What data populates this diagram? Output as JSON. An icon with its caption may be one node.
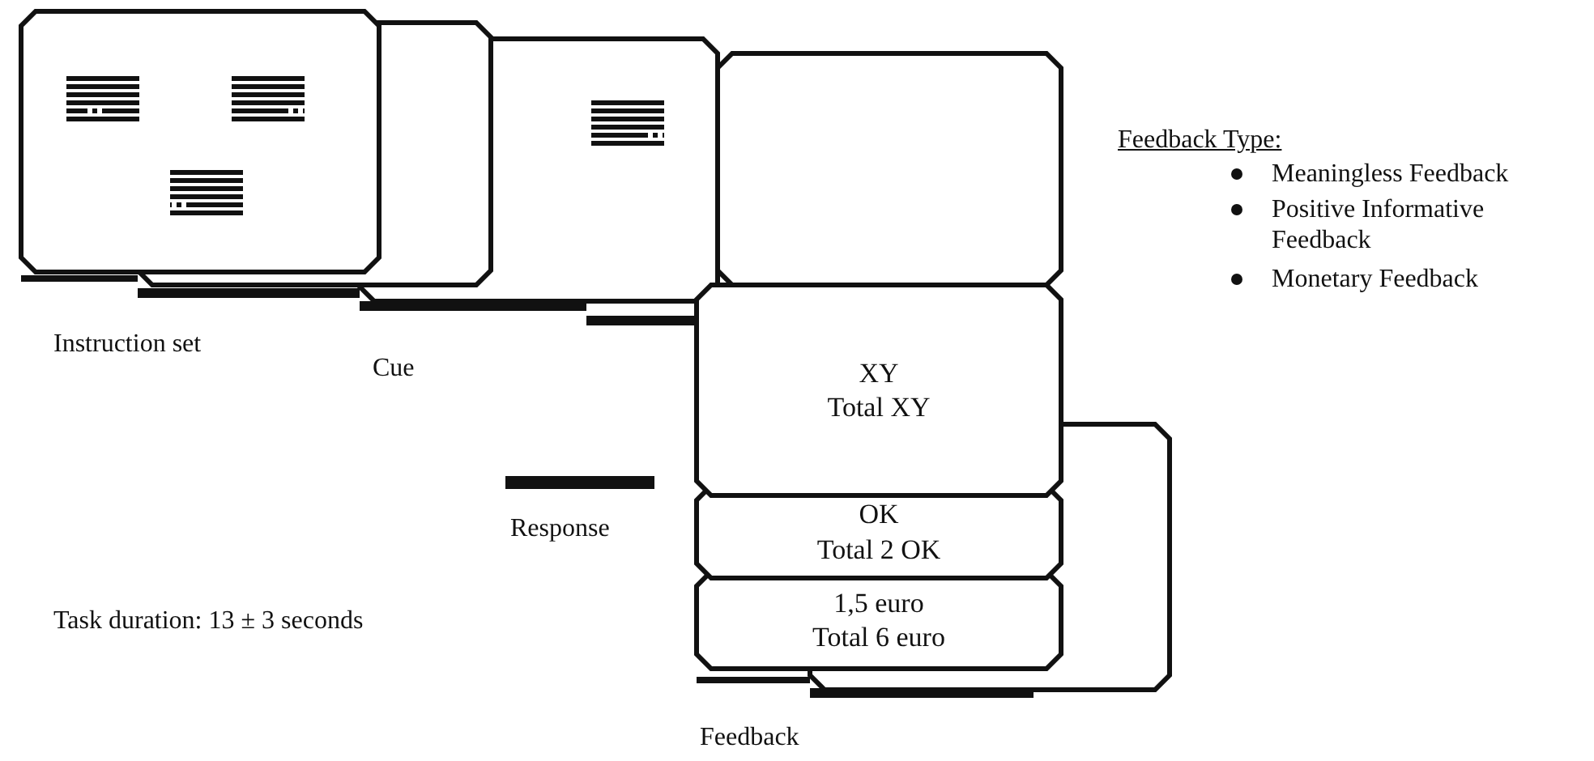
{
  "diagram": {
    "nodes": [
      {
        "text": [],
        "shape": "box"
      },
      {
        "text": [],
        "shape": "box"
      },
      {
        "text": [],
        "shape": "box"
      },
      {
        "text": [],
        "shape": "box"
      },
      {
        "text": [
          "XY",
          "Total XY"
        ]
      },
      {
        "text": [
          "OK",
          "Total 2 OK"
        ]
      },
      {
        "text": [
          "1,5 euro",
          "Total 6 euro"
        ]
      },
      {
        "text": [],
        "shape": "box"
      }
    ],
    "labels": [
      "Instruction set",
      "Cue",
      "Response",
      "Task duration: 13 ± 3 seconds",
      "Feedback",
      "Feedback Type:",
      "Meaningless Feedback",
      "Positive Informative Feedback",
      "Monetary Feedback"
    ]
  }
}
